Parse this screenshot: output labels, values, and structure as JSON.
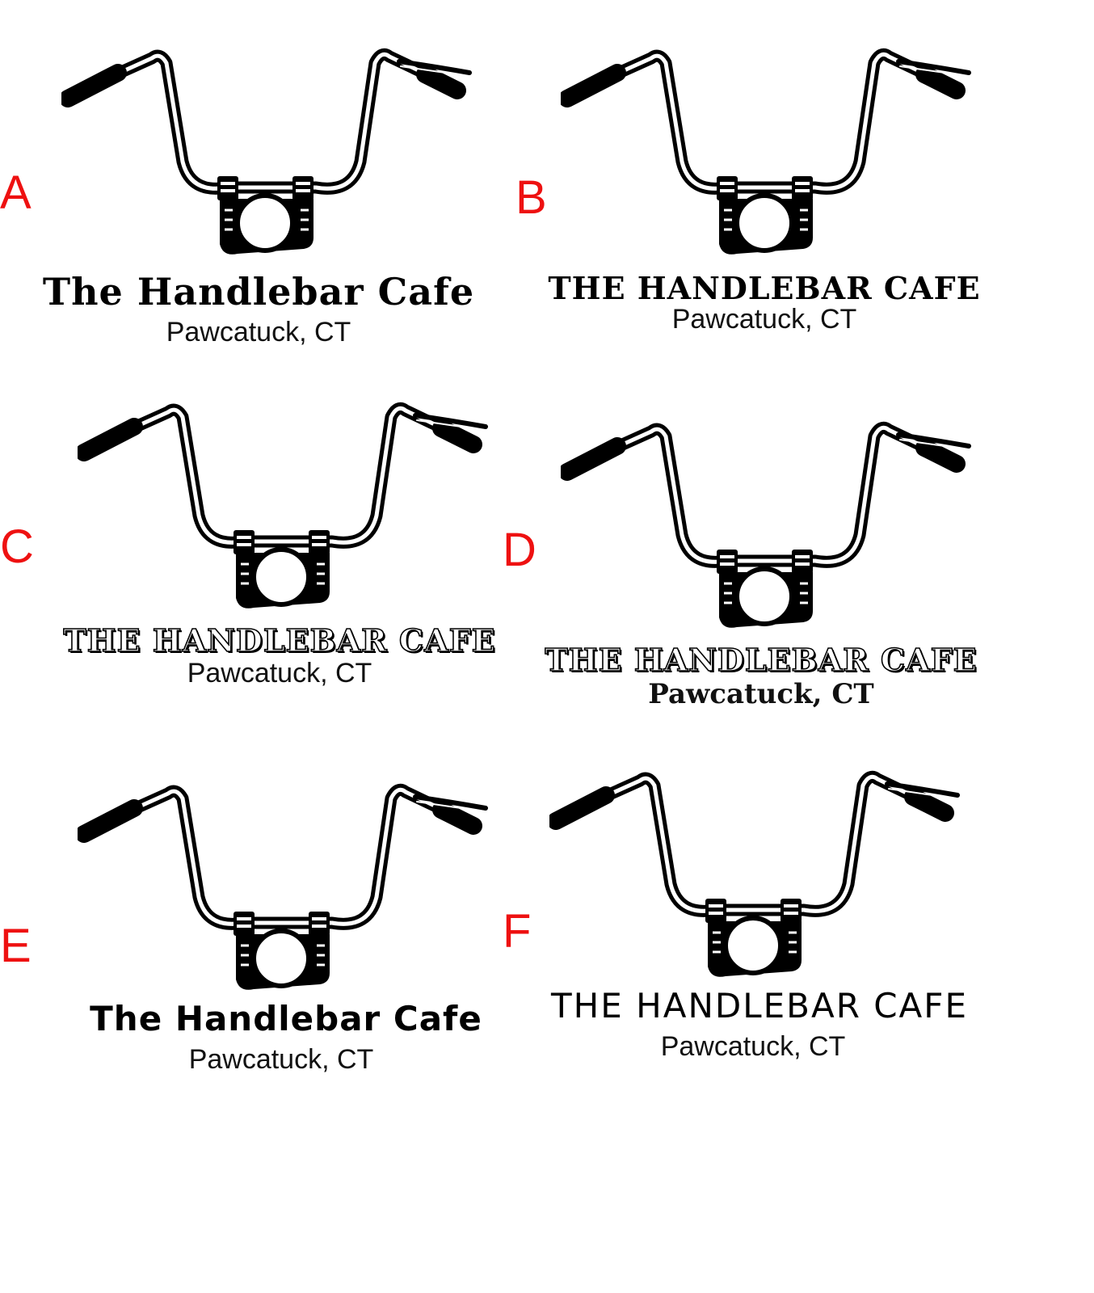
{
  "accent_color": "#ee1111",
  "icon": "handlebar-icon",
  "options": [
    {
      "letter": "A",
      "title": "The Handlebar Cafe",
      "subtitle": "Pawcatuck, CT"
    },
    {
      "letter": "B",
      "title": "THE HANDLEBAR CAFE",
      "subtitle": "Pawcatuck, CT"
    },
    {
      "letter": "C",
      "title": "THE HANDLEBAR CAFE",
      "subtitle": "Pawcatuck, CT"
    },
    {
      "letter": "D",
      "title": "THE HANDLEBAR CAFE",
      "subtitle": "Pawcatuck, CT"
    },
    {
      "letter": "E",
      "title": "The Handlebar Cafe",
      "subtitle": "Pawcatuck, CT"
    },
    {
      "letter": "F",
      "title": "THE HANDLEBAR CAFE",
      "subtitle": "Pawcatuck, CT"
    }
  ]
}
